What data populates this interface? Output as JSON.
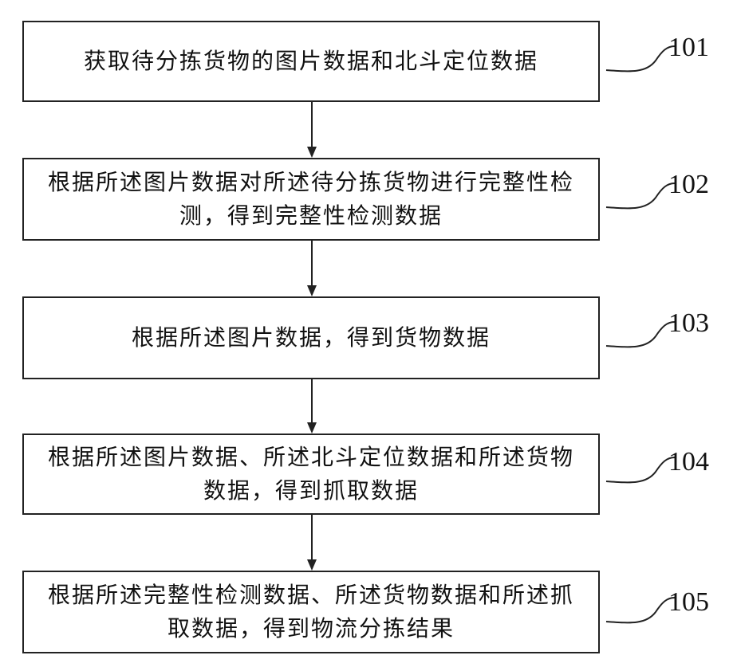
{
  "steps": [
    {
      "id": "101",
      "text": "获取待分拣货物的图片数据和北斗定位数据"
    },
    {
      "id": "102",
      "text": "根据所述图片数据对所述待分拣货物进行完整性检测，得到完整性检测数据"
    },
    {
      "id": "103",
      "text": "根据所述图片数据，得到货物数据"
    },
    {
      "id": "104",
      "text": "根据所述图片数据、所述北斗定位数据和所述货物数据，得到抓取数据"
    },
    {
      "id": "105",
      "text": "根据所述完整性检测数据、所述货物数据和所述抓取数据，得到物流分拣结果"
    }
  ],
  "colors": {
    "line": "#222222",
    "text": "#111111",
    "background": "#ffffff"
  }
}
